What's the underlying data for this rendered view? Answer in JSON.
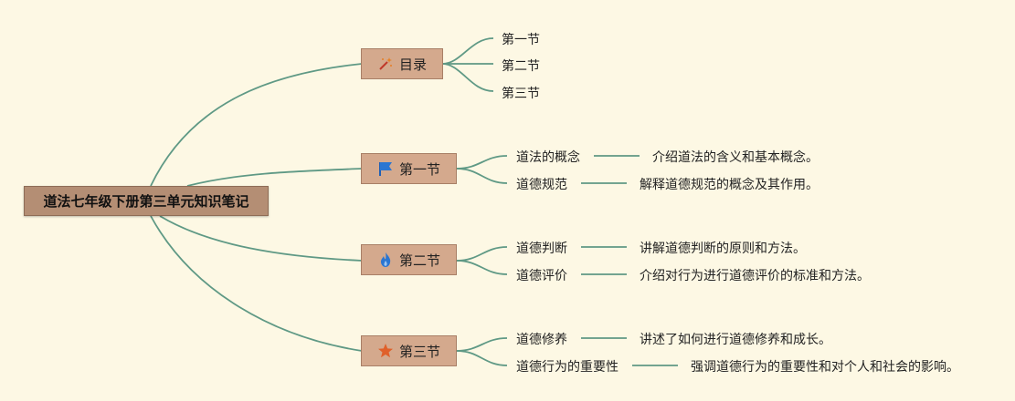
{
  "root": {
    "label": "道法七年级下册第三单元知识笔记"
  },
  "branches": [
    {
      "label": "目录",
      "icon": "magic-wand-icon",
      "children": [
        {
          "term": "第一节"
        },
        {
          "term": "第二节"
        },
        {
          "term": "第三节"
        }
      ]
    },
    {
      "label": "第一节",
      "icon": "flag-icon",
      "children": [
        {
          "term": "道法的概念",
          "desc": "介绍道法的含义和基本概念。"
        },
        {
          "term": "道德规范",
          "desc": "解释道德规范的概念及其作用。"
        }
      ]
    },
    {
      "label": "第二节",
      "icon": "fire-icon",
      "children": [
        {
          "term": "道德判断",
          "desc": "讲解道德判断的原则和方法。"
        },
        {
          "term": "道德评价",
          "desc": "介绍对行为进行道德评价的标准和方法。"
        }
      ]
    },
    {
      "label": "第三节",
      "icon": "star-icon",
      "children": [
        {
          "term": "道德修养",
          "desc": "讲述了如何进行道德修养和成长。"
        },
        {
          "term": "道德行为的重要性",
          "desc": "强调道德行为的重要性和对个人和社会的影响。"
        }
      ]
    }
  ],
  "colors": {
    "background": "#fdf8e4",
    "connector": "#5f9985",
    "branch_fill": "#d4a98d",
    "root_fill": "#b48e74"
  }
}
